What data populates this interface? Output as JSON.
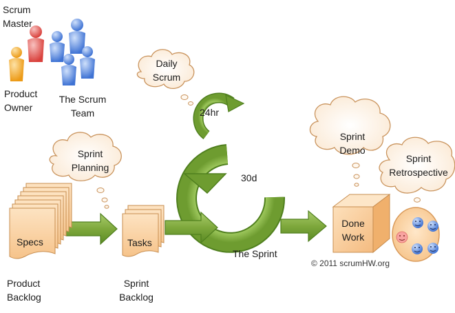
{
  "roles": {
    "scrum_master": [
      "Scrum",
      "Master"
    ],
    "product_owner": [
      "Product",
      "Owner"
    ],
    "scrum_team": [
      "The Scrum",
      "Team"
    ]
  },
  "bubbles": {
    "daily_scrum": [
      "Daily",
      "Scrum"
    ],
    "sprint_planning": [
      "Sprint",
      "Planning"
    ],
    "sprint_demo": [
      "Sprint",
      "Demo"
    ],
    "sprint_retrospective": [
      "Sprint",
      "Retrospective"
    ]
  },
  "cycle": {
    "daily": "24hr",
    "sprint_length": "30d",
    "label": "The Sprint"
  },
  "artifacts": {
    "specs": "Specs",
    "tasks": "Tasks",
    "done_work": [
      "Done",
      "Work"
    ],
    "product_backlog": [
      "Product",
      "Backlog"
    ],
    "sprint_backlog": [
      "Sprint",
      "Backlog"
    ]
  },
  "copyright": "© 2011 scrumHW.org",
  "colors": {
    "arrow_green": "#7ea83c",
    "arrow_green_dark": "#4f7f1e",
    "paper_orange": "#f8cf9f",
    "paper_border": "#c78d4f",
    "bubble_fill": "#fff8ef",
    "bubble_border": "#c9935c",
    "person_orange": "#f5a623",
    "person_red": "#e8534e",
    "person_blue": "#5b8fdc",
    "retro_blue": "#3b6fd6",
    "retro_pink": "#f07f7f"
  }
}
